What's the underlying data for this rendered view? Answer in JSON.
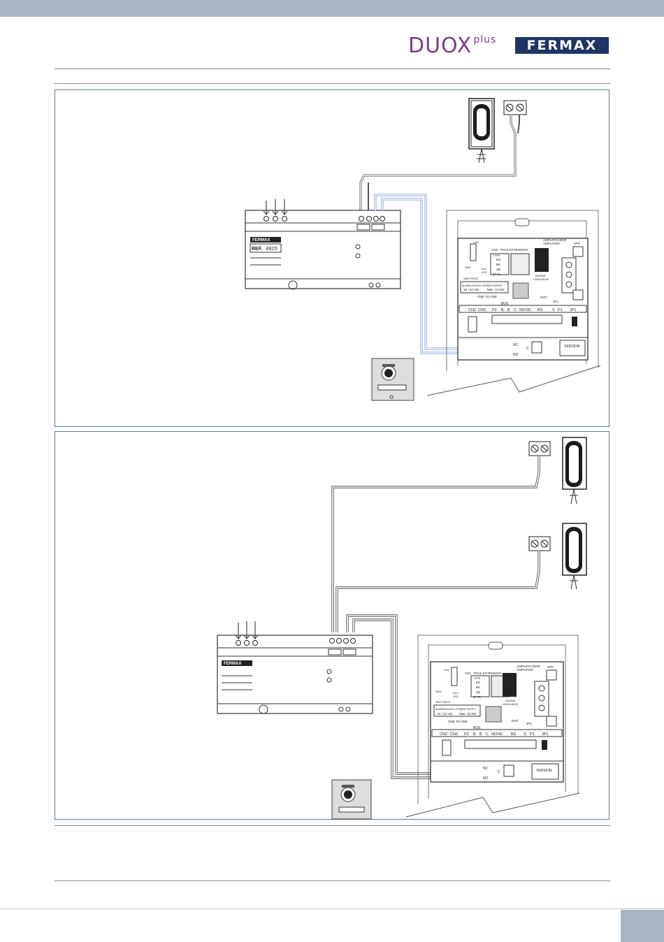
{
  "header": {
    "brand_product": "DUOX",
    "brand_product_suffix": "plus",
    "brand_company": "FERMAX"
  },
  "diagram1": {
    "psu": {
      "brand": "FERMAX",
      "ref_label": "REF.",
      "ref_number": "4825"
    },
    "module": {
      "amplifier": "AMPLIFICADOR",
      "amplifier_en": "AMPLIFIER",
      "spk": "SPK",
      "cn1": "CN1",
      "pack": "CN1 : PACK EXTENSION",
      "type": "TYPE",
      "opt_es": "ES",
      "opt_bk": "BK",
      "opt_sb": "SB",
      "opt_nfl": "Nº FL",
      "sw1": "SW1",
      "dl2": "DL2",
      "led": "LED",
      "prog": "SW1 PROG",
      "idioma": "IDIOMA",
      "language": "LANGUAGE",
      "power": "ALIMENTACION / POWER SUPPLY",
      "voltage": "18 / 24 Vdc",
      "max": "Max. 13,2W",
      "one_to_one": "ONE TO ONE",
      "bus": "BUS",
      "exit": "EXIT",
      "jp1": "JP1",
      "term_cn2": "CN2",
      "term_cn3": "CN3",
      "term_p2": "P2",
      "term_b1": "B",
      "term_b2": "B",
      "term_c": "C",
      "term_no": "NO",
      "term_nc": "NC",
      "term_bs": "BS",
      "term_s": "S",
      "term_p1": "P1",
      "version": "VERSION",
      "nc": "NC",
      "no": "NO",
      "c": "C"
    }
  },
  "diagram2": {
    "psu": {
      "brand": "FERMAX"
    },
    "module": {
      "amplifier": "AMPLIFICADOR",
      "amplifier_en": "AMPLIFIER",
      "spk": "SPK",
      "cn1": "CN1",
      "pack": "CN1 : PACK EXTENSION",
      "type": "TYPE",
      "opt_es": "ES",
      "opt_bk": "BK",
      "opt_sb": "SB",
      "opt_nfl": "Nº FL",
      "sw1": "SW1",
      "dl2": "DL2",
      "led": "LED",
      "prog": "SW1 PROG",
      "idioma": "IDIOMA",
      "language": "LANGUAGE",
      "power": "ALIMENTACION / POWER SUPPLY",
      "voltage": "18 / 24 Vdc",
      "max": "Max. 13,2W",
      "one_to_one": "ONE TO ONE",
      "bus": "BUS",
      "exit": "EXIT",
      "jp1": "JP1",
      "term_cn2": "CN2",
      "term_cn3": "CN3",
      "term_p2": "P2",
      "term_b1": "B",
      "term_b2": "B",
      "term_c": "C",
      "term_no": "NO",
      "term_nc": "NC",
      "term_bs": "BS",
      "term_s": "S",
      "term_p1": "P1",
      "version": "VERSION",
      "nc": "NC",
      "no": "NO",
      "c": "C"
    }
  },
  "colors": {
    "brand_purple": "#7a3f86",
    "brand_navy": "#1f3563",
    "header_bar": "#a9b4c2",
    "bus_wire": "#8aa6d8"
  }
}
